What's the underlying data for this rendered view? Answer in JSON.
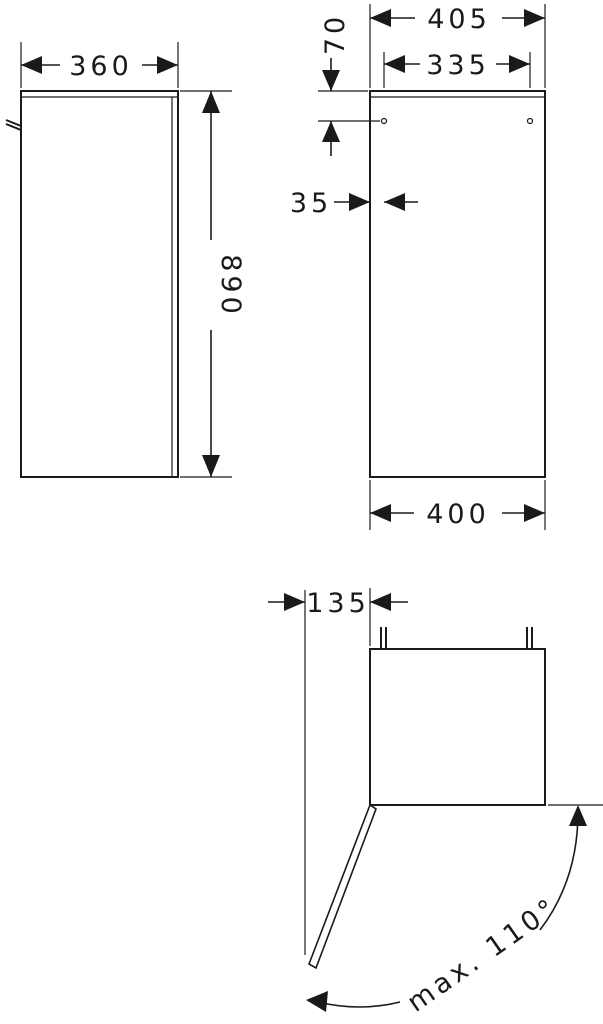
{
  "front_view": {
    "width_label": "360",
    "height_label": "890"
  },
  "side_view": {
    "top_offset_label": "70",
    "outer_depth_label": "405",
    "hole_spacing_label": "335",
    "back_offset_label": "35",
    "base_depth_label": "400"
  },
  "plan_view": {
    "clearance_label": "135",
    "opening_angle_label": "max. 110°"
  }
}
